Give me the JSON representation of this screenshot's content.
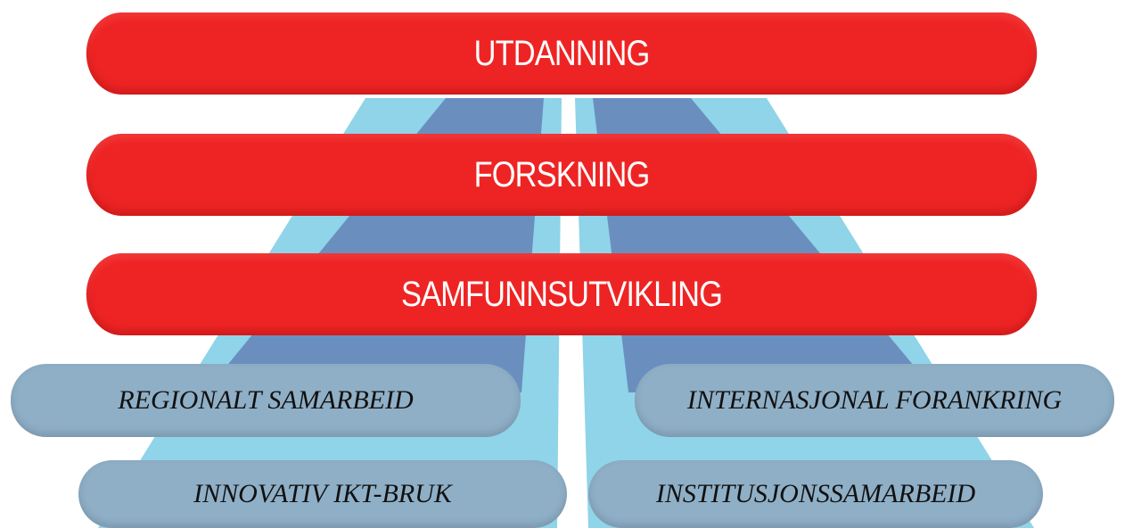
{
  "colors": {
    "pillar_red": "#ee2424",
    "road_light": "#8fd4e8",
    "road_dark": "#6a8fbf",
    "pill_gray": "#8fafc6"
  },
  "pillars": {
    "education": "UTDANNING",
    "research": "FORSKNING",
    "society": "SAMFUNNSUTVIKLING"
  },
  "pills": {
    "regional": "REGIONALT SAMARBEID",
    "international": "INTERNASJONAL FORANKRING",
    "innovative_ict": "INNOVATIV IKT-BRUK",
    "institutional": "INSTITUSJONSSAMARBEID"
  }
}
